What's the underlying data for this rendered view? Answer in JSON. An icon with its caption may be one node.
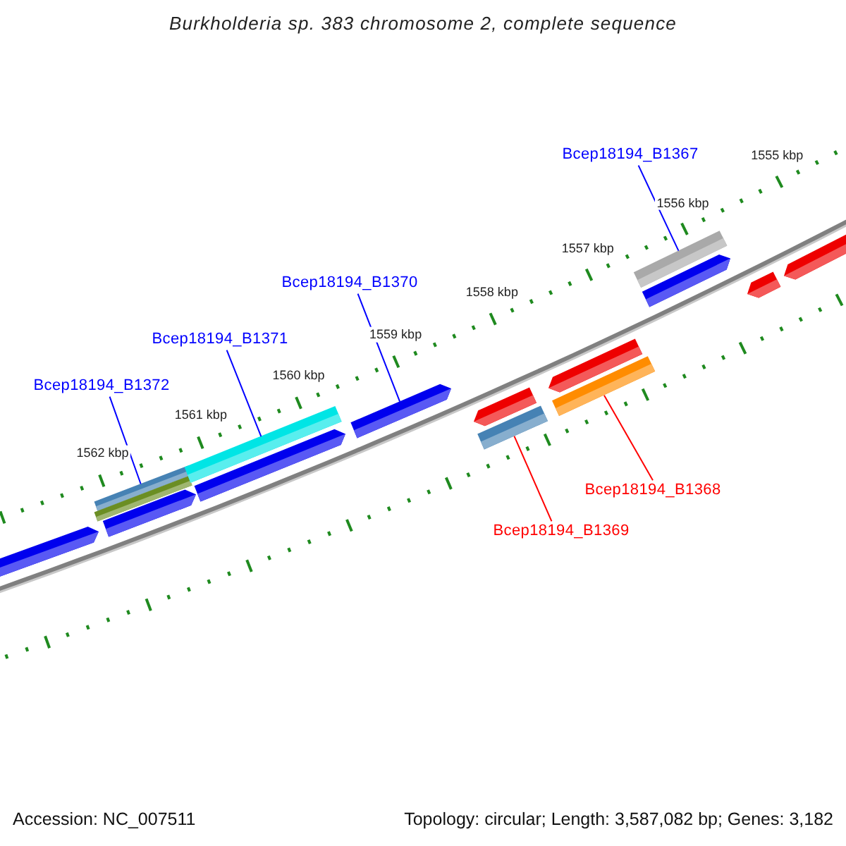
{
  "diagram": {
    "title": "Burkholderia sp. 383 chromosome 2, complete sequence",
    "nodes": [
      {
        "text": [
          "Bcep18194_B1367"
        ]
      },
      {
        "text": [
          "Bcep18194_B1370"
        ]
      },
      {
        "text": [
          "Bcep18194_B1371"
        ]
      },
      {
        "text": [
          "Bcep18194_B1372"
        ]
      },
      {
        "text": [
          "Bcep18194_B1368"
        ]
      },
      {
        "text": [
          "Bcep18194_B1369"
        ]
      },
      {
        "text": [],
        "shape": "pentagon"
      },
      {
        "text": [],
        "shape": "bar"
      },
      {
        "text": [],
        "shape": "bar"
      },
      {
        "text": [],
        "shape": "pentagon"
      },
      {
        "text": [],
        "shape": "bar"
      },
      {
        "text": [],
        "shape": "pentagon"
      },
      {
        "text": [],
        "shape": "pentagon"
      },
      {
        "text": [],
        "shape": "pentagon"
      },
      {
        "text": [],
        "shape": "bar"
      },
      {
        "text": [],
        "shape": "pentagon"
      },
      {
        "text": [],
        "shape": "bar"
      },
      {
        "text": [],
        "shape": "bar"
      },
      {
        "text": [],
        "shape": "pentagon"
      },
      {
        "text": [],
        "shape": "pentagon"
      },
      {
        "text": [],
        "shape": "pentagon"
      }
    ],
    "edges": [
      {
        "from": 0,
        "to": 17,
        "arrow": "none"
      },
      {
        "from": 1,
        "to": 12,
        "arrow": "none"
      },
      {
        "from": 2,
        "to": 10,
        "arrow": "none"
      },
      {
        "from": 3,
        "to": 7,
        "arrow": "none"
      },
      {
        "from": 4,
        "to": 16,
        "arrow": "none",
        "color": "#ff0000"
      },
      {
        "from": 5,
        "to": 14,
        "arrow": "none",
        "color": "#ff0000"
      }
    ],
    "labels": [
      "1555 kbp",
      "1556 kbp",
      "1557 kbp",
      "1558 kbp",
      "1559 kbp",
      "1560 kbp",
      "1561 kbp",
      "1562 kbp",
      "Accession: NC_007511",
      "Topology: circular; Length: 3,587,082 bp; Genes: 3,182"
    ]
  }
}
